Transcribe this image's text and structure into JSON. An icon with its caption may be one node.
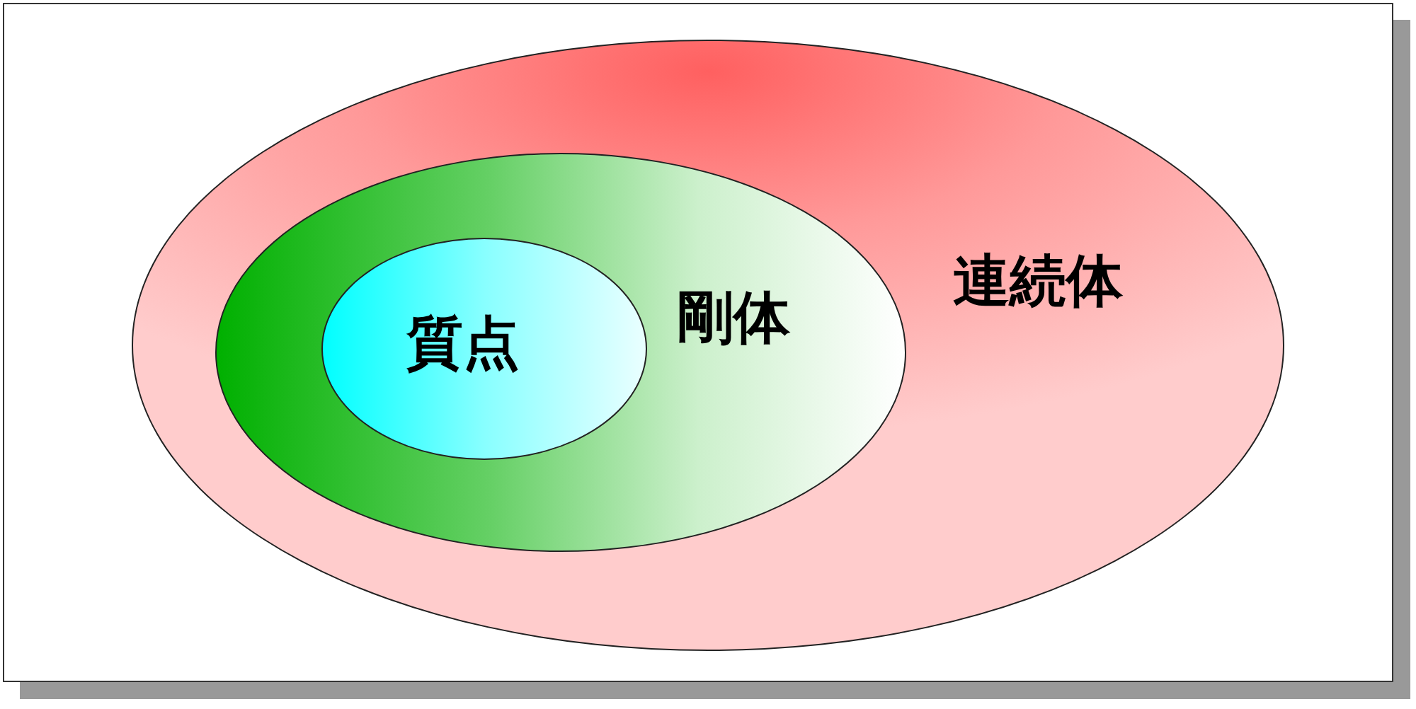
{
  "diagram": {
    "nodes": [
      {
        "text": [
          "連続体"
        ]
      },
      {
        "text": [
          "剛体"
        ],
        "in": 0
      },
      {
        "text": [
          "質点"
        ],
        "in": 1
      }
    ]
  }
}
